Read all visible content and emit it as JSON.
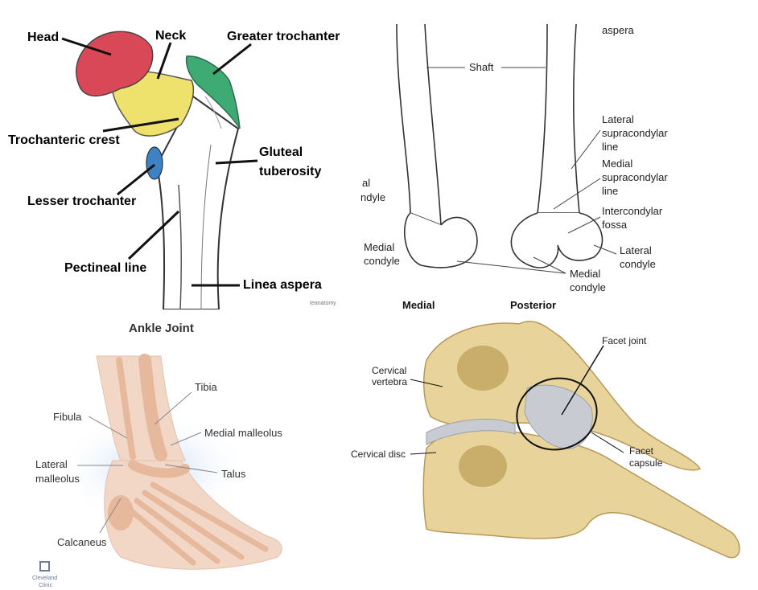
{
  "femur_proximal": {
    "labels": {
      "head": "Head",
      "neck": "Neck",
      "greater_trochanter": "Greater trochanter",
      "trochanteric_crest": "Trochanteric crest",
      "gluteal_tuberosity_1": "Gluteal",
      "gluteal_tuberosity_2": "tuberosity",
      "lesser_trochanter": "Lesser trochanter",
      "pectineal_line": "Pectineal line",
      "linea_aspera": "Linea aspera"
    },
    "watermark": "teanatomy",
    "colors": {
      "head": "#d94857",
      "neck": "#efe26c",
      "greater_trochanter": "#3dab73",
      "lesser_trochanter": "#3f82c4"
    }
  },
  "femur_distal": {
    "labels": {
      "aspera": "aspera",
      "shaft": "Shaft",
      "lateral_supracondylar_1": "Lateral",
      "lateral_supracondylar_2": "supracondylar",
      "lateral_supracondylar_3": "line",
      "medial_supracondylar_1": "Medial",
      "medial_supracondylar_2": "supracondylar",
      "medial_supracondylar_3": "line",
      "intercondylar_1": "Intercondylar",
      "intercondylar_2": "fossa",
      "lateral_condyle_1": "Lateral",
      "lateral_condyle_2": "condyle",
      "medial_condyle_left_1": "Medial",
      "medial_condyle_left_2": "condyle",
      "medial_condyle_right_1": "Medial",
      "medial_condyle_right_2": "condyle",
      "cut_left_1": "al",
      "cut_left_2": "ndyle",
      "footer_left": "Medial",
      "footer_right": "Posterior"
    }
  },
  "ankle": {
    "title": "Ankle Joint",
    "labels": {
      "tibia": "Tibia",
      "fibula": "Fibula",
      "medial_malleolus": "Medial malleolus",
      "lateral_malleolus_1": "Lateral",
      "lateral_malleolus_2": "malleolus",
      "talus": "Talus",
      "calcaneus": "Calcaneus"
    },
    "logo_1": "Cleveland",
    "logo_2": "Clinic"
  },
  "cervical": {
    "labels": {
      "facet_joint": "Facet joint",
      "cervical_vertebra_1": "Cervical",
      "cervical_vertebra_2": "vertebra",
      "cervical_disc": "Cervical disc",
      "facet_capsule_1": "Facet",
      "facet_capsule_2": "capsule"
    },
    "colors": {
      "bone": "#e8d49a",
      "bone_shadow": "#c9ad6a",
      "cartilage": "#c8ccd2"
    }
  }
}
